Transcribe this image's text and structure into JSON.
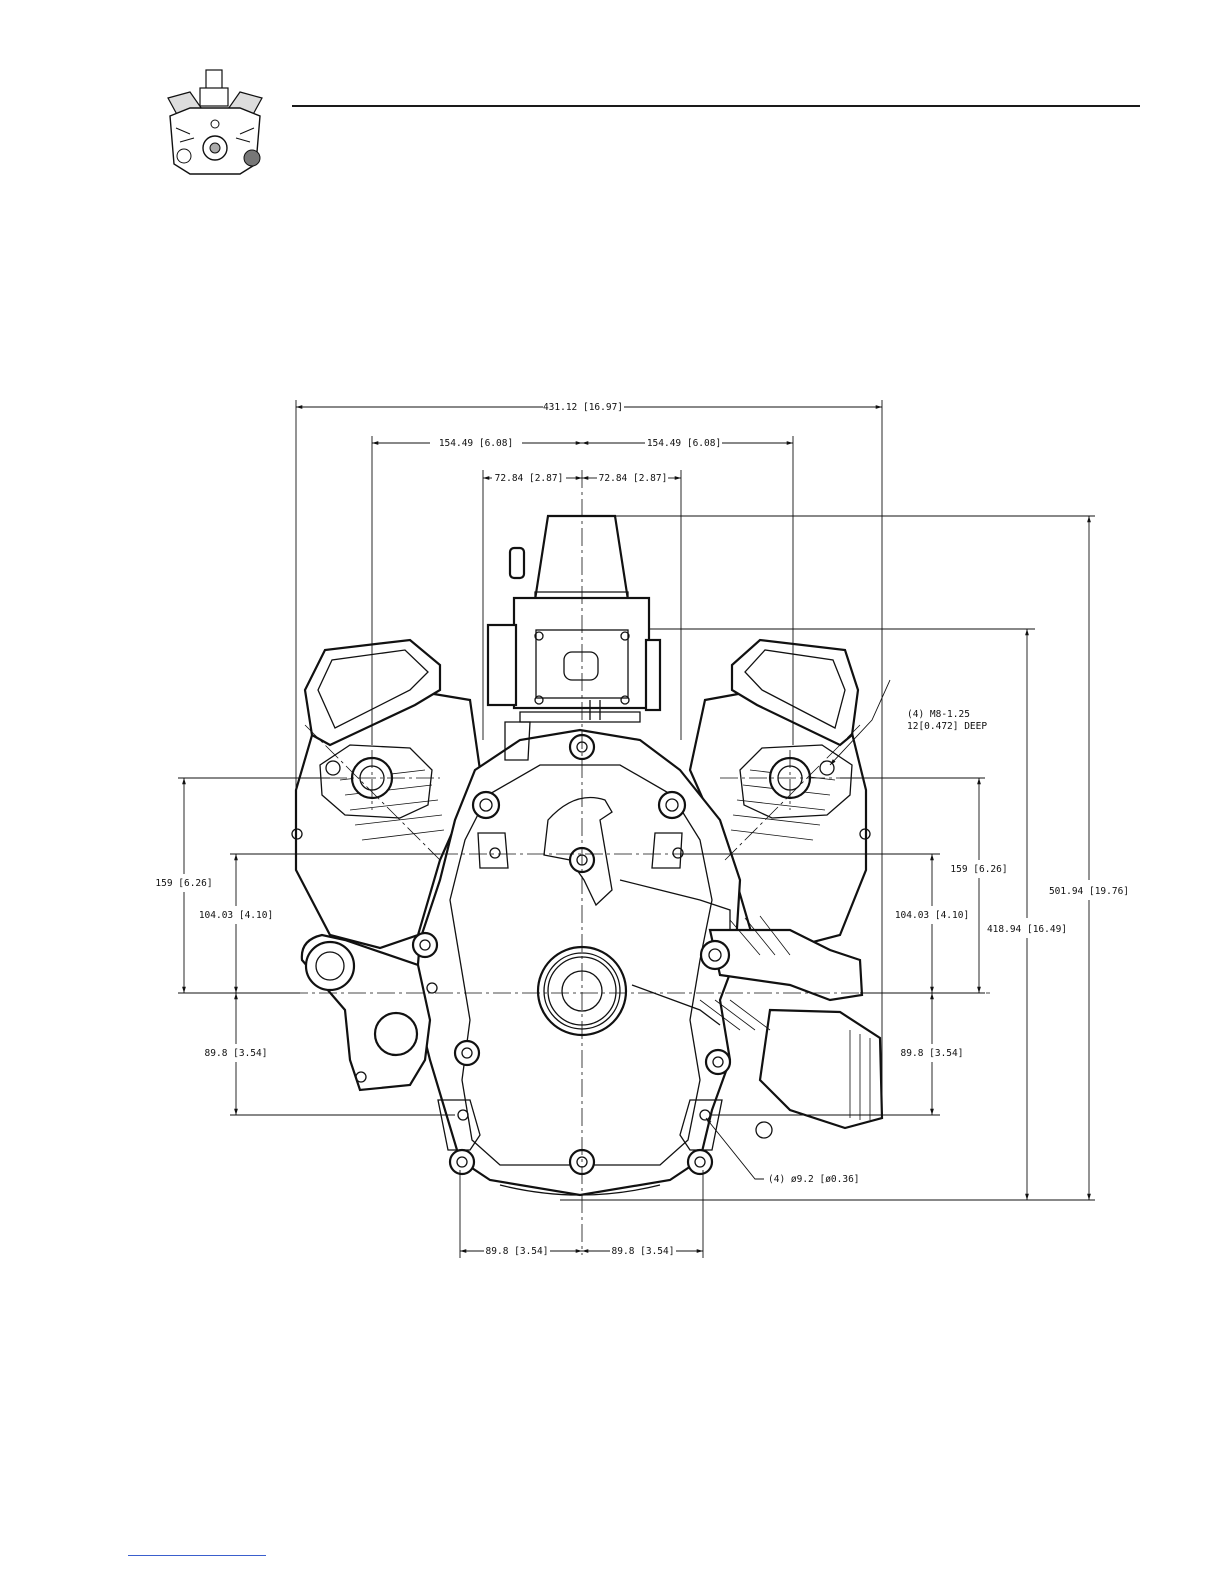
{
  "header": {
    "thumbnail": "engine-thumbnail-icon"
  },
  "drawing": {
    "dimensions": {
      "overall_width": "431.12  [16.97]",
      "left_outer": "154.49  [6.08]",
      "right_outer": "154.49  [6.08]",
      "left_inner": "72.84  [2.87]",
      "right_inner": "72.84  [2.87]",
      "left_159": "159  [6.26]",
      "left_104": "104.03  [4.10]",
      "left_89": "89.8  [3.54]",
      "right_159": "159  [6.26]",
      "right_104": "104.03  [4.10]",
      "right_89": "89.8  [3.54]",
      "height_418": "418.94  [16.49]",
      "height_501": "501.94  [19.76]",
      "bottom_left": "89.8  [3.54]",
      "bottom_right": "89.8  [3.54]"
    },
    "callouts": {
      "mount_holes_line1": "(4)  M8-1.25",
      "mount_holes_line2": "12[0.472]  DEEP",
      "holes": "(4)  ø9.2  [ø0.36]"
    }
  },
  "colors": {
    "line": "#111111",
    "link": "#3a5fcd"
  }
}
